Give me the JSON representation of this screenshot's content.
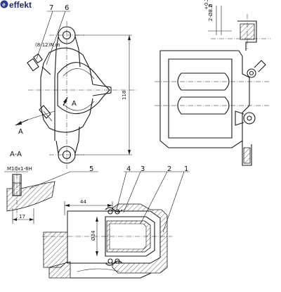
{
  "logo": {
    "brand": "effekt"
  },
  "callouts": {
    "part_1": "1",
    "part_2": "2",
    "part_3": "3",
    "part_4": "4",
    "part_5": "5",
    "part_6": "6",
    "part_7": "7"
  },
  "annotations": {
    "torque": "(8-12)N.m",
    "section_arrow_a": "A",
    "section_title": "A-A",
    "thread_spec": "M10x1-6H",
    "dim_118": "118",
    "dim_17": "17",
    "dim_44": "44",
    "dim_phi34": "Ø34",
    "dim_bore": "2-Ø8.2",
    "bore_tol_upper": "+0.2",
    "bore_tol_lower": "0"
  }
}
